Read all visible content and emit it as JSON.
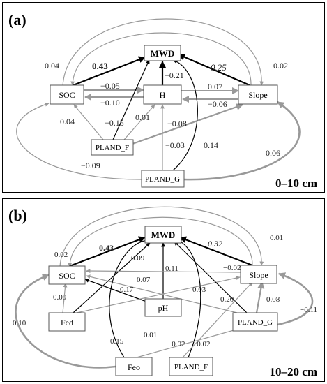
{
  "panel_a": {
    "label": "(a)",
    "depth": "0–10 cm",
    "nodes": {
      "mwd": "MWD",
      "soc": "SOC",
      "h": "H",
      "slope": "Slope",
      "pland_f": "PLAND_F",
      "pland_g": "PLAND_G"
    },
    "coefficients": {
      "soc_slope_arc": "0.04",
      "slope_soc_arc": "0.02",
      "soc_mwd": "0.43",
      "h_mwd": "−0.21",
      "slope_mwd": "0.25",
      "soc_h": "−0.05",
      "h_soc": "−0.10",
      "h_slope": "0.07",
      "slope_h": "−0.06",
      "pland_f_soc": "0.04",
      "pland_f_mwd": "−0.15",
      "pland_f_h": "0.01",
      "pland_f_slope": "−0.08",
      "pland_g_h": "−0.03",
      "pland_g_mwd": "0.14",
      "pland_g_soc": "−0.09",
      "pland_g_slope": "0.06"
    }
  },
  "panel_b": {
    "label": "(b)",
    "depth": "10–20 cm",
    "nodes": {
      "mwd": "MWD",
      "soc": "SOC",
      "slope": "Slope",
      "ph": "pH",
      "fed": "Fed",
      "pland_g": "PLAND_G",
      "feo": "Feo",
      "pland_f": "PLAND_F"
    },
    "coefficients": {
      "soc_slope_arc": "0.02",
      "slope_soc_arc": "0.01",
      "soc_mwd": "0.43",
      "slope_mwd": "0.32",
      "fed_mwd": "0.09",
      "ph_mwd": "0.11",
      "ph_soc": "0.17",
      "pland_g_soc": "0.07",
      "slope_soc": "−0.02",
      "fed_slope": "0.03",
      "pland_g_mwd": "0.20",
      "pland_g_slope": "0.08",
      "fed_soc": "0.09",
      "feo_soc": "0.10",
      "feo_mwd": "0.15",
      "pland_f_mwd": "0.01",
      "feo_pland_g": "−0.02",
      "pland_f_slope": "−0.02",
      "pland_g_slope_outer": "−0.11"
    }
  }
}
